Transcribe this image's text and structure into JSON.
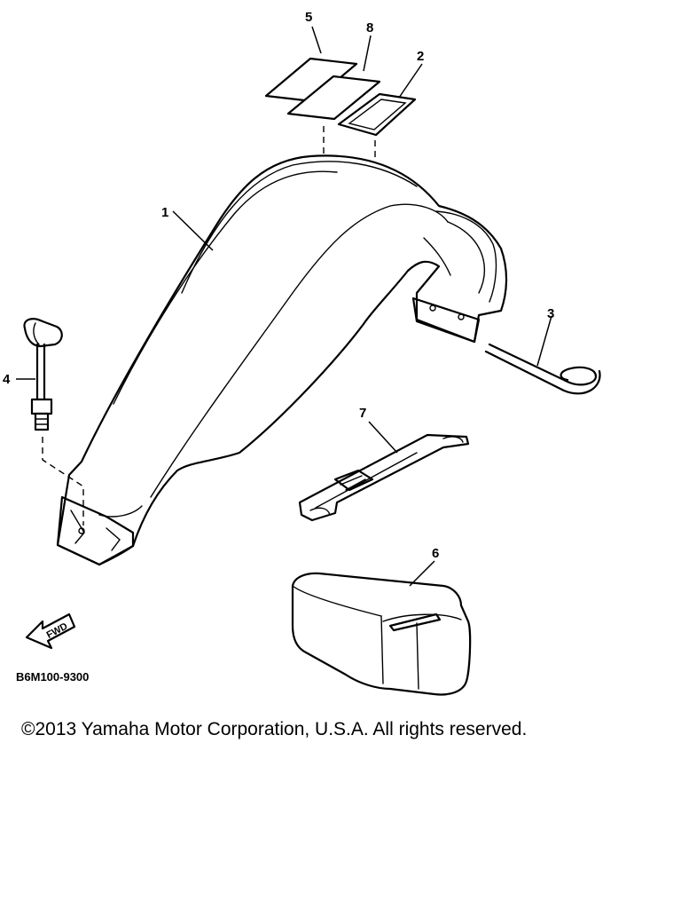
{
  "callouts": {
    "p1": "1",
    "p2": "2",
    "p3": "3",
    "p4": "4",
    "p5": "5",
    "p6": "6",
    "p7": "7",
    "p8": "8"
  },
  "fwd_label": "FWD",
  "diagram_code": "B6M100-9300",
  "copyright": "©2013 Yamaha Motor Corporation, U.S.A. All rights reserved."
}
